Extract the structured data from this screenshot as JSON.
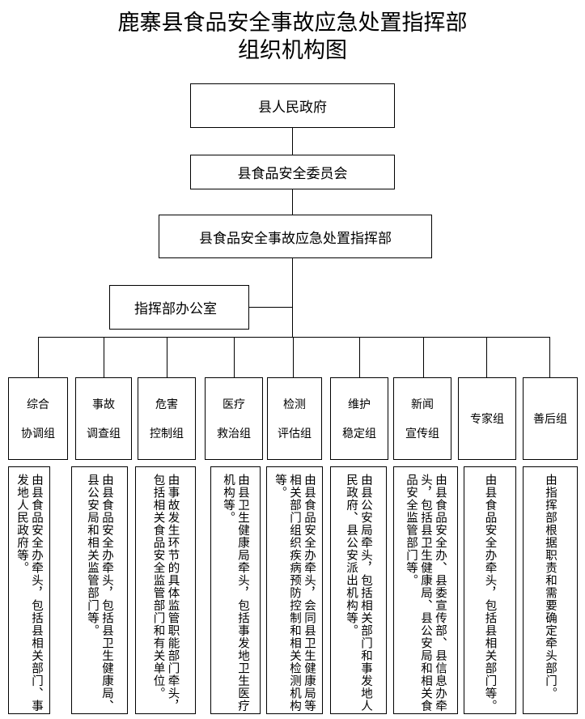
{
  "title": {
    "line1": "鹿寨县食品安全事故应急处置指挥部",
    "line2": "组织机构图"
  },
  "nodes": {
    "gov": "县人民政府",
    "committee": "县食品安全委员会",
    "hq": "县食品安全事故应急处置指挥部",
    "office": "指挥部办公室"
  },
  "groups": [
    {
      "line1": "综合",
      "line2": "协调组",
      "desc": "由县食品安全办牵头，包括县相关部门、事发地人民政府等。"
    },
    {
      "line1": "事故",
      "line2": "调查组",
      "desc": "由县食品安全办牵头，包括县卫生健康局、县公安局和相关监管部门等。"
    },
    {
      "line1": "危害",
      "line2": "控制组",
      "desc": "由事故发生环节的具体监管职能部门牵头，包括相关食品安全监管部门和有关单位。"
    },
    {
      "line1": "医疗",
      "line2": "救治组",
      "desc": "由县卫生健康局牵头，包括事发地卫生医疗机构等。"
    },
    {
      "line1": "检测",
      "line2": "评估组",
      "desc": "由县食品安全办牵头，会同县卫生健康局等相关部门组织疾病预防控制和相关检测机构等。"
    },
    {
      "line1": "维护",
      "line2": "稳定组",
      "desc": "由县公安局牵头，包括相关部门和事发地人民政府、县公安派出机构等。"
    },
    {
      "line1": "新闻",
      "line2": "宣传组",
      "desc": "由县食品安全办、县委宣传部、县信息办牵头，包括县卫生健康局、县公安局和相关食品安全监管部门等。"
    },
    {
      "line1": "专家组",
      "line2": "",
      "desc": "由县食品安全办牵头，包括县相关部门等。"
    },
    {
      "line1": "善后组",
      "line2": "",
      "desc": "由指挥部根据职责和需要确定牵头部门。"
    }
  ]
}
